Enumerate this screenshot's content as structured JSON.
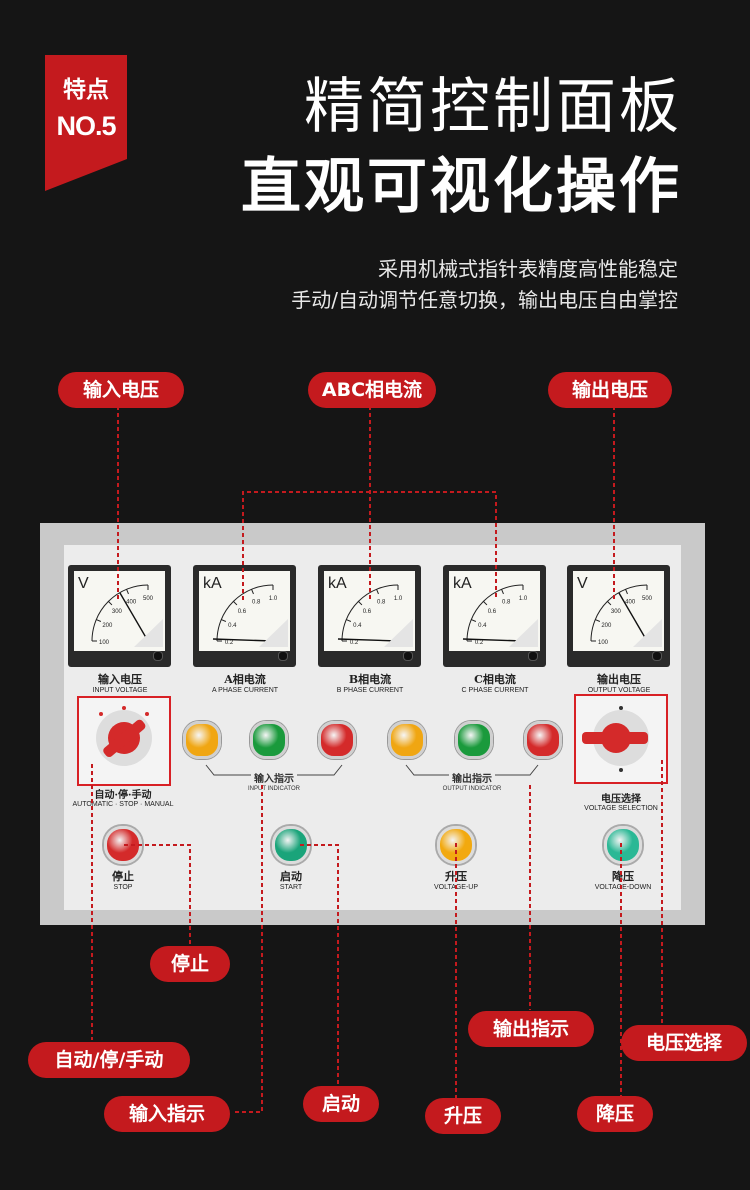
{
  "badge": {
    "line1": "特点",
    "line2": "NO.5",
    "color": "#c41a1e"
  },
  "title": {
    "line1": "精简控制面板",
    "line2": "直观可视化操作"
  },
  "description": {
    "line1": "采用机械式指针表精度高性能稳定",
    "line2": "手动/自动调节任意切换，输出电压自由掌控"
  },
  "callouts": {
    "input_voltage": "输入电压",
    "abc_current": "ABC相电流",
    "output_voltage": "输出电压",
    "stop": "停止",
    "auto_stop_manual": "自动/停/手动",
    "input_indicator": "输入指示",
    "start": "启动",
    "voltage_up": "升压",
    "voltage_down": "降压",
    "output_indicator": "输出指示",
    "voltage_select": "电压选择"
  },
  "panel": {
    "meters": [
      {
        "unit": "V",
        "cn": "输入电压",
        "en": "INPUT VOLTAGE"
      },
      {
        "unit": "kA",
        "cn": "A相电流",
        "en": "A PHASE CURRENT"
      },
      {
        "unit": "kA",
        "cn": "B相电流",
        "en": "B PHASE CURRENT"
      },
      {
        "unit": "kA",
        "cn": "C相电流",
        "en": "C PHASE CURRENT"
      },
      {
        "unit": "V",
        "cn": "输出电压",
        "en": "OUTPUT VOLTAGE"
      }
    ],
    "auto_switch": {
      "cn": "自动·停·手动",
      "en": "AUTOMATIC · STOP · MANUAL"
    },
    "input_group": {
      "cn": "输入指示",
      "en": "INPUT INDICATOR"
    },
    "output_group": {
      "cn": "输出指示",
      "en": "OUTPUT INDICATOR"
    },
    "voltage_select": {
      "cn": "电压选择",
      "en": "VOLTAGE SELECTION"
    },
    "buttons": [
      {
        "cn": "停止",
        "en": "STOP",
        "color": "#d42a2a"
      },
      {
        "cn": "启动",
        "en": "START",
        "color": "#1aa47a"
      },
      {
        "cn": "升压",
        "en": "VOLTAGE-UP",
        "color": "#f2a90f"
      },
      {
        "cn": "降压",
        "en": "VOLTAGE-DOWN",
        "color": "#2ab895"
      }
    ],
    "lamp_colors": [
      "#f0a612",
      "#1a9a3c",
      "#d42a2a",
      "#f0a612",
      "#1a9a3c",
      "#d42a2a"
    ]
  },
  "colors": {
    "accent": "#c41a1e",
    "background": "#151515"
  }
}
